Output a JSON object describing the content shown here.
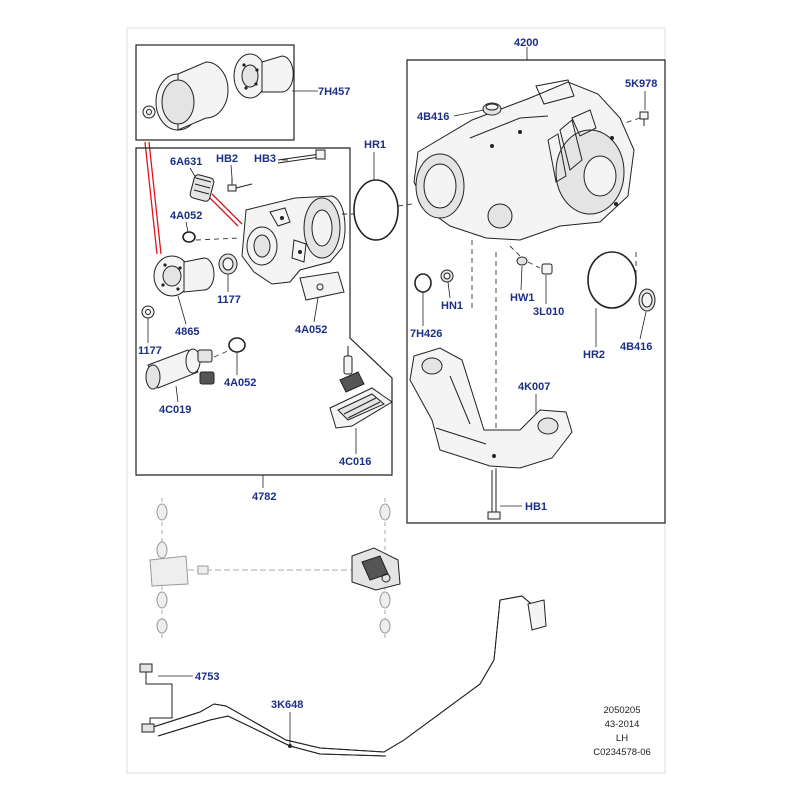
{
  "callouts": {
    "c_4200": "4200",
    "c_7h457": "7H457",
    "c_5k978": "5K978",
    "c_4b416_top": "4B416",
    "c_hr1": "HR1",
    "c_6a631": "6A631",
    "c_hb2": "HB2",
    "c_hb3": "HB3",
    "c_4a052_a": "4A052",
    "c_1177_a": "1177",
    "c_4865": "4865",
    "c_1177_b": "1177",
    "c_4a052_b": "4A052",
    "c_4a052_c": "4A052",
    "c_4c019": "4C019",
    "c_4c016": "4C016",
    "c_4782": "4782",
    "c_hn1": "HN1",
    "c_hw1": "HW1",
    "c_3l010": "3L010",
    "c_7h426": "7H426",
    "c_hr2": "HR2",
    "c_4b416_right": "4B416",
    "c_4k007": "4K007",
    "c_hb1": "HB1",
    "c_4753": "4753",
    "c_3k648": "3K648"
  },
  "stamp": {
    "line1": "2050205",
    "line2": "43-2014",
    "line3": "LH",
    "line4": "C0234578-06"
  },
  "colors": {
    "callout": "#1c2f86",
    "highlight": "#e0141e",
    "border": "#dcdcdc"
  }
}
